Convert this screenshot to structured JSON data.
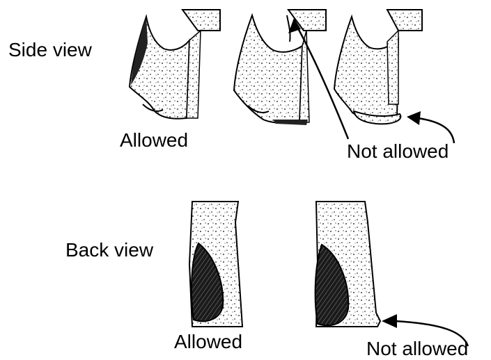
{
  "rows": {
    "side": {
      "label": "Side view"
    },
    "back": {
      "label": "Back view"
    }
  },
  "side_view_captions": {
    "allowed": "Allowed",
    "not_allowed": "Not allowed"
  },
  "back_view_captions": {
    "allowed": "Allowed",
    "not_allowed": "Not allowed"
  },
  "colors": {
    "ink": "#000000",
    "background": "#ffffff"
  }
}
